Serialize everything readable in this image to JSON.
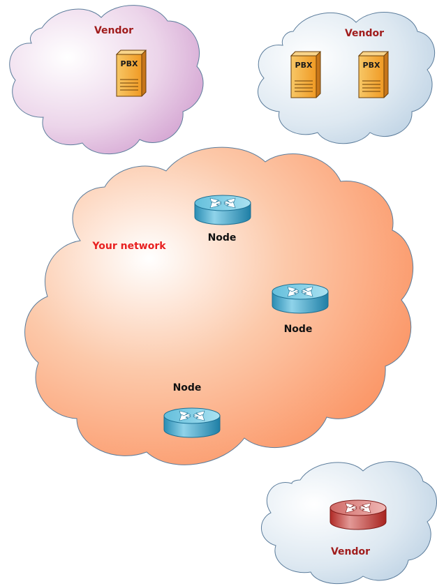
{
  "clouds": {
    "vendor_top_left": {
      "label": "Vendor",
      "fill": "#d8a8d6"
    },
    "vendor_top_right": {
      "label": "Vendor",
      "fill": "#c3d7e7"
    },
    "your_network": {
      "label": "Your network",
      "fill": "#fb9a66"
    },
    "vendor_bottom_right": {
      "label": "Vendor",
      "fill": "#c3d7e7"
    }
  },
  "devices": {
    "pbx_label": "PBX",
    "node_label": "Node",
    "router_color": "#4aaed1",
    "router_vendor_color": "#c2413b",
    "pbx_color": "#f2a233"
  }
}
